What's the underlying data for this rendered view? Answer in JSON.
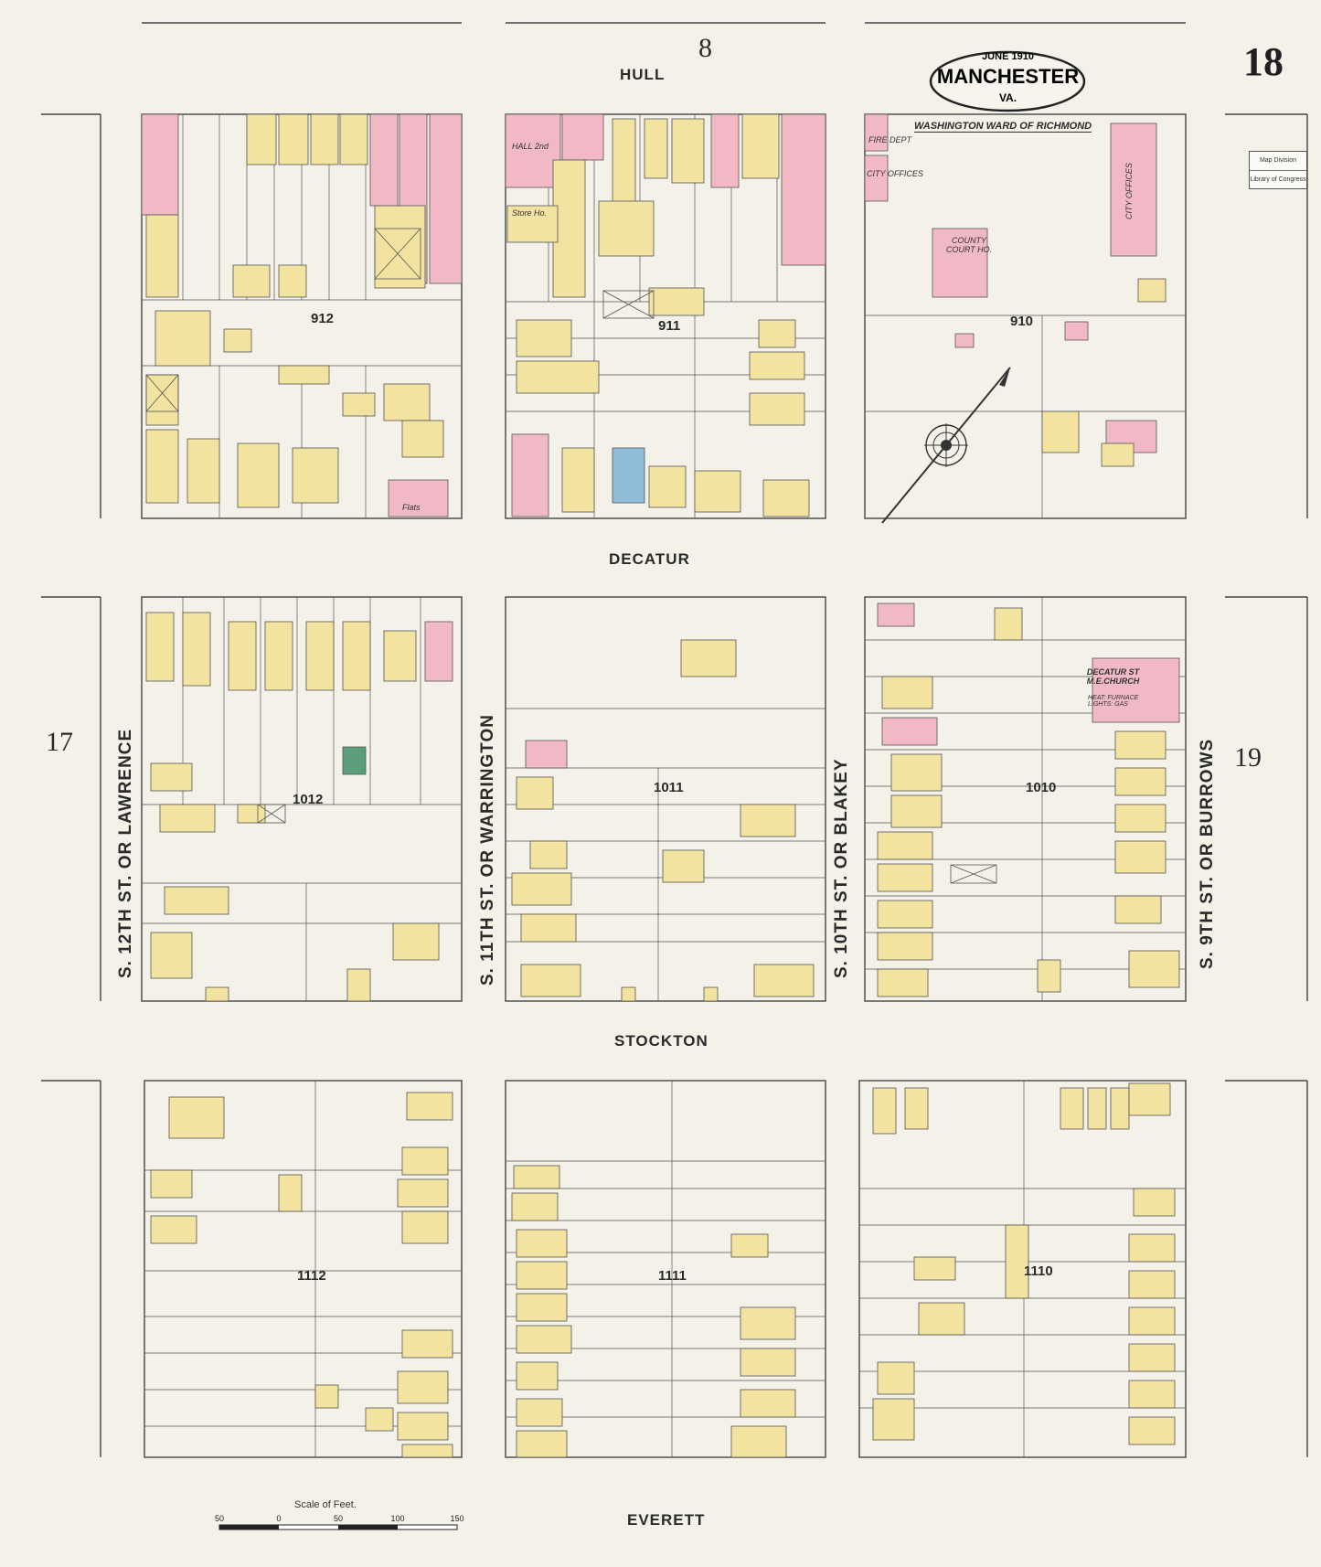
{
  "map": {
    "sheet_number": "18",
    "cartouche": {
      "date": "JUNE 1910",
      "city": "MANCHESTER",
      "state": "VA."
    },
    "key_sheet_top": "8",
    "adjacent_left": "17",
    "adjacent_right": "19",
    "stamp": {
      "line1": "Map Division",
      "line2": "Library of Congress"
    },
    "streets": {
      "hull": "HULL",
      "decatur": "DECATUR",
      "stockton": "STOCKTON",
      "everett": "EVERETT",
      "s12": "S. 12TH   ST. OR  LAWRENCE",
      "s11": "S. 11TH   ST. OR  WARRINGTON",
      "s10": "S. 10TH   ST. OR  BLAKEY",
      "s9": "S. 9TH   ST. OR  BURROWS"
    },
    "blocks": [
      "912",
      "911",
      "910",
      "1012",
      "1011",
      "1010",
      "1112",
      "1111",
      "1110"
    ],
    "labels": {
      "ward": "WASHINGTON WARD OF RICHMOND",
      "fire_dept": "FIRE DEPT",
      "city_offices_a": "CITY OFFICES",
      "city_offices_b": "CITY OFFICES",
      "court": "COUNTY COURT HO.",
      "church": "DECATUR ST M.E.CHURCH",
      "church_note": "HEAT: FURNACE  LIGHTS: GAS",
      "flats": "Flats",
      "store": "Store Ho.",
      "hall": "HALL 2nd",
      "scale": "Scale of Feet."
    },
    "building_colors": {
      "frame": "#f2e3a0",
      "brick": "#f1b9c5",
      "stone": "#8fbcd8",
      "special": "#5a9e7a"
    }
  }
}
